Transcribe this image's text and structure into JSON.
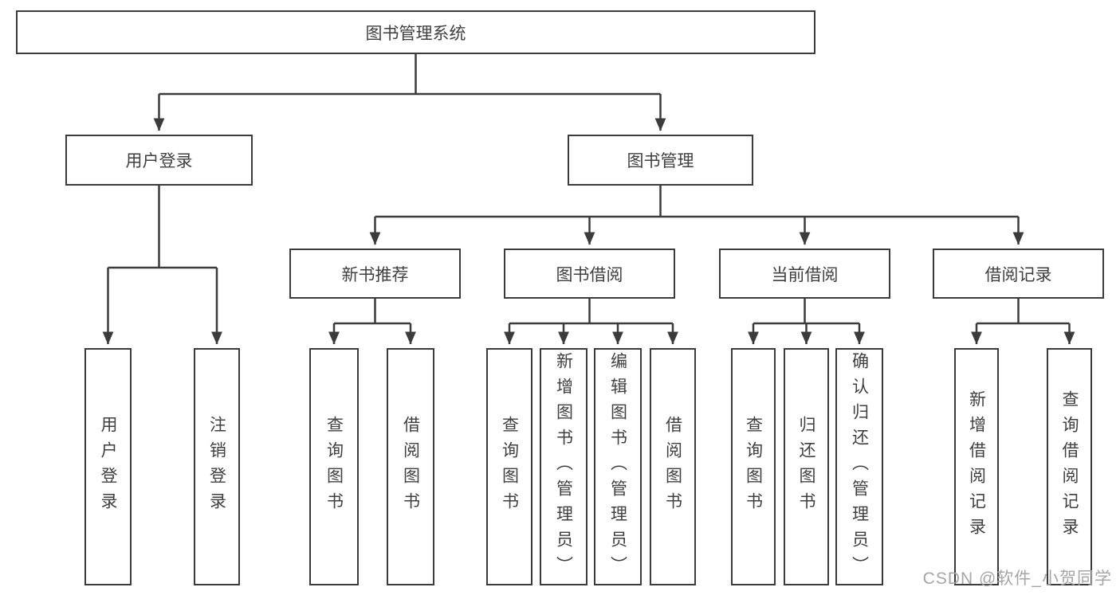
{
  "tree": {
    "label": "图书管理系统",
    "children": [
      {
        "label": "用户登录",
        "children": [
          {
            "label": "用户登录"
          },
          {
            "label": "注销登录"
          }
        ]
      },
      {
        "label": "图书管理",
        "children": [
          {
            "label": "新书推荐",
            "children": [
              {
                "label": "查询图书"
              },
              {
                "label": "借阅图书"
              }
            ]
          },
          {
            "label": "图书借阅",
            "children": [
              {
                "label": "查询图书"
              },
              {
                "label": "新增图书（管理员）"
              },
              {
                "label": "编辑图书（管理员）"
              },
              {
                "label": "借阅图书"
              }
            ]
          },
          {
            "label": "当前借阅",
            "children": [
              {
                "label": "查询图书"
              },
              {
                "label": "归还图书"
              },
              {
                "label": "确认归还（管理员）"
              }
            ]
          },
          {
            "label": "借阅记录",
            "children": [
              {
                "label": "新增借阅记录"
              },
              {
                "label": "查询借阅记录"
              }
            ]
          }
        ]
      }
    ]
  },
  "watermark": {
    "text": "CSDN @软件_小贺同学"
  },
  "colors": {
    "line": "#3b3b3b",
    "text": "#3f3f3f",
    "background": "#ffffff",
    "watermark": "#a6a6a6"
  }
}
